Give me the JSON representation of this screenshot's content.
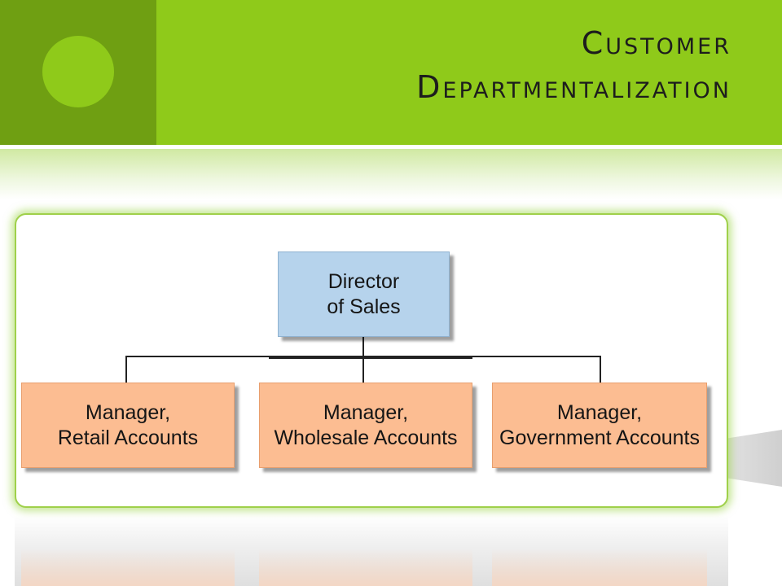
{
  "slide": {
    "title_lines": [
      "Customer",
      "Departmentalization"
    ]
  },
  "org_chart": {
    "root": {
      "lines": [
        "Director",
        "of Sales"
      ]
    },
    "children": [
      {
        "lines": [
          "Manager,",
          "Retail Accounts"
        ]
      },
      {
        "lines": [
          "Manager,",
          "Wholesale Accounts"
        ]
      },
      {
        "lines": [
          "Manager,",
          "Government Accounts"
        ]
      }
    ]
  },
  "colors": {
    "header_green": "#8fca1a",
    "header_accent": "#6f9f12",
    "director_fill": "#b6d3ec",
    "manager_fill": "#fcbd92"
  }
}
